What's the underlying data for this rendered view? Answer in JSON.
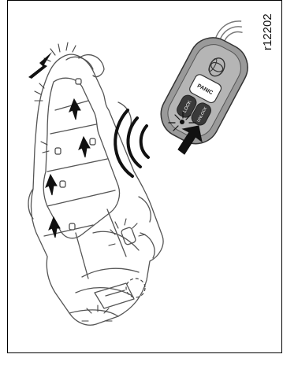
{
  "figure": {
    "code": "r12202",
    "remote": {
      "buttons": [
        "PANIC",
        "LOCK",
        "UNLOCK"
      ]
    }
  }
}
